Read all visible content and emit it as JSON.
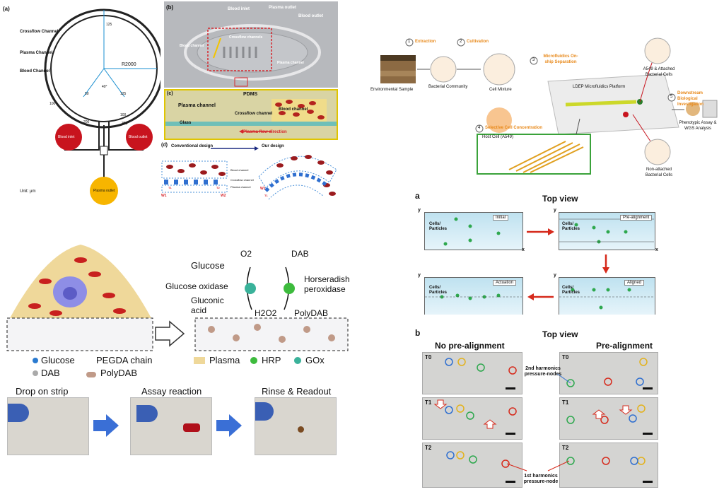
{
  "panel_a": {
    "tag": "(a)",
    "crossflow_channel": "Crossflow Channel",
    "plasma_channel": "Plasma Channel",
    "blood_channel": "Blood Channel",
    "r_label": "R2000",
    "dim_125": "125",
    "angle": "40°",
    "dim_50": "50",
    "dim_125b": "125",
    "dim_100a": "100",
    "dim_100b": "100",
    "dim_200": "200",
    "dim_300": "300",
    "blood_inlet": "Blood inlet",
    "blood_outlet": "Blood outlet",
    "plasma_outlet": "Plasma outlet",
    "unit": "Unit: μm"
  },
  "panel_b": {
    "tag": "(b)",
    "blood_inlet": "Blood inlet",
    "plasma_outlet": "Plasma outlet",
    "blood_outlet": "Blood outlet",
    "crossflow_channels": "Crossflow channels",
    "blood_channel": "Blood channel",
    "plasma_channel": "Plasma channel"
  },
  "panel_c": {
    "tag": "(c)",
    "pdms": "PDMS",
    "plasma_channel": "Plasma channel",
    "crossflow_channel": "Crossflow channel",
    "blood_channel": "Blood channel",
    "glass": "Glass",
    "flow_direction": "Plasma flow direction"
  },
  "panel_d": {
    "tag": "(d)",
    "conventional": "Conventional design",
    "ours": "Our design",
    "blood_channel": "Blood channel",
    "crossflow_channel": "Crossflow channel",
    "plasma_channel": "Plasma channel",
    "w1": "W1",
    "w2": "W2",
    "t1": "T1",
    "t2": "T2",
    "w1b": "W1",
    "t1b": "T1"
  },
  "workflow": {
    "step1": "Extraction",
    "step2": "Cultivation",
    "step3": "Microfluidics On-ship Separation",
    "step4": "Selective Cell Concentration",
    "step5": "Downstream Biological Investigation",
    "env_sample": "Environmental Sample",
    "bact_community": "Bacterial Community",
    "cell_mixture": "Cell Mixture",
    "host_cell": "Host Cell (A549)",
    "platform": "LDEP Microfluidics Platform",
    "attached": "A549 & Attached Bacterial Cells",
    "non_attached": "Non-attached Bacterial Cells",
    "phenotypic": "Phenotypic Assay & WGS Analysis",
    "n1": "1",
    "n2": "2",
    "n3": "3",
    "n4": "4",
    "n5": "5"
  },
  "glucose_panel": {
    "glucose": "Glucose",
    "o2": "O2",
    "dab": "DAB",
    "gox_enzyme": "Glucose oxidase",
    "hrp_enzyme": "Horseradish peroxidase",
    "gluconic": "Gluconic acid",
    "h2o2": "H2O2",
    "polydab": "PolyDAB",
    "legend": {
      "glucose": "Glucose",
      "pegda": "PEGDA chain",
      "plasma": "Plasma",
      "hrp": "HRP",
      "gox": "GOx",
      "dab": "DAB",
      "polydab": "PolyDAB"
    },
    "steps": [
      "Drop on strip",
      "Assay reaction",
      "Rinse & Readout"
    ]
  },
  "panel_a2": {
    "tag": "a",
    "title": "Top view",
    "y": "y",
    "x": "x",
    "cells": "Cells/ Particles",
    "initial": "Initial",
    "pre_alignment": "Pre-alignment",
    "actuation": "Actuation",
    "aligned": "Aligned"
  },
  "panel_b2": {
    "tag": "b",
    "title": "Top view",
    "no_pre": "No pre-alignment",
    "pre": "Pre-alignment",
    "t0": "T0",
    "t1": "T1",
    "t2": "T2",
    "nodes2": "2nd harmonics pressure-nodes",
    "nodes1": "1st harmonics pressure-node"
  },
  "colors": {
    "blood_red": "#c8141e",
    "plasma_yellow": "#f7b500",
    "accent_orange": "#e8891a",
    "channel_blue": "#4a90d9",
    "arrow_red": "#d62a1c",
    "arrow_blue": "#2f6fd0"
  }
}
